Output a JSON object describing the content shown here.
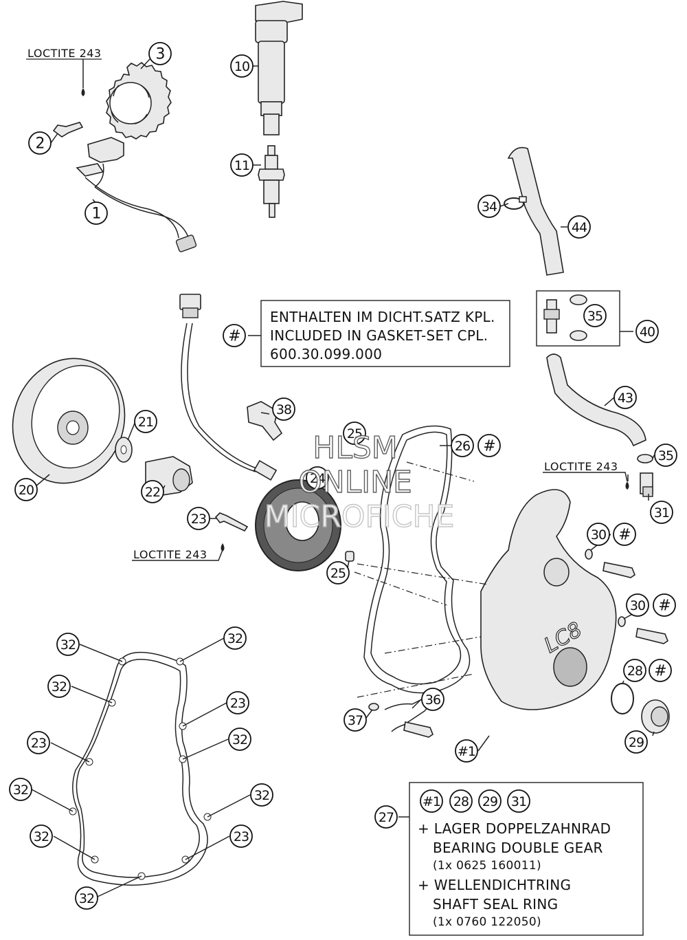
{
  "watermark": {
    "line1": "HLSM",
    "line2": "ONLINE",
    "line3": "MICROFICHE"
  },
  "loctite": {
    "label": "LOCTITE 243"
  },
  "gasket_note": {
    "marker": "#",
    "line1": "ENTHALTEN IM DICHT.SATZ KPL.",
    "line2": "INCLUDED IN GASKET-SET CPL.",
    "line3": "600.30.099.000"
  },
  "kit_note": {
    "ref": "27",
    "badges": [
      "#1",
      "28",
      "29",
      "31"
    ],
    "item1_line1": "+ LAGER DOPPELZAHNRAD",
    "item1_line2": "BEARING DOUBLE GEAR",
    "item1_line3": "(1x 0625 160011)",
    "item2_line1": "+ WELLENDICHTRING",
    "item2_line2": "SHAFT SEAL RING",
    "item2_line3": "(1x 0760 122050)"
  },
  "callouts": [
    {
      "id": "c1",
      "text": "1"
    },
    {
      "id": "c2",
      "text": "2"
    },
    {
      "id": "c3",
      "text": "3"
    },
    {
      "id": "c10",
      "text": "10"
    },
    {
      "id": "c11",
      "text": "11"
    },
    {
      "id": "c34",
      "text": "34"
    },
    {
      "id": "c44",
      "text": "44"
    },
    {
      "id": "c35a",
      "text": "35"
    },
    {
      "id": "c40",
      "text": "40"
    },
    {
      "id": "c43",
      "text": "43"
    },
    {
      "id": "c35b",
      "text": "35"
    },
    {
      "id": "c31",
      "text": "31"
    },
    {
      "id": "c38",
      "text": "38"
    },
    {
      "id": "c21",
      "text": "21"
    },
    {
      "id": "c20",
      "text": "20"
    },
    {
      "id": "c22",
      "text": "22"
    },
    {
      "id": "c23a",
      "text": "23"
    },
    {
      "id": "c25a",
      "text": "25"
    },
    {
      "id": "c24",
      "text": "24"
    },
    {
      "id": "c25b",
      "text": "25"
    },
    {
      "id": "c26",
      "text": "26"
    },
    {
      "id": "c26h",
      "text": "#"
    },
    {
      "id": "c30a",
      "text": "30"
    },
    {
      "id": "c30ah",
      "text": "#"
    },
    {
      "id": "c30b",
      "text": "30"
    },
    {
      "id": "c30bh",
      "text": "#"
    },
    {
      "id": "c28",
      "text": "28"
    },
    {
      "id": "c28h",
      "text": "#"
    },
    {
      "id": "c29",
      "text": "29"
    },
    {
      "id": "c36",
      "text": "36"
    },
    {
      "id": "c37",
      "text": "37"
    },
    {
      "id": "cH1",
      "text": "#1"
    },
    {
      "id": "g32a",
      "text": "32"
    },
    {
      "id": "g32b",
      "text": "32"
    },
    {
      "id": "g32c",
      "text": "32"
    },
    {
      "id": "g23a",
      "text": "23"
    },
    {
      "id": "g23b",
      "text": "23"
    },
    {
      "id": "g32d",
      "text": "32"
    },
    {
      "id": "g32e",
      "text": "32"
    },
    {
      "id": "g32f",
      "text": "32"
    },
    {
      "id": "g32g",
      "text": "32"
    },
    {
      "id": "g23c",
      "text": "23"
    },
    {
      "id": "g32h",
      "text": "32"
    }
  ]
}
